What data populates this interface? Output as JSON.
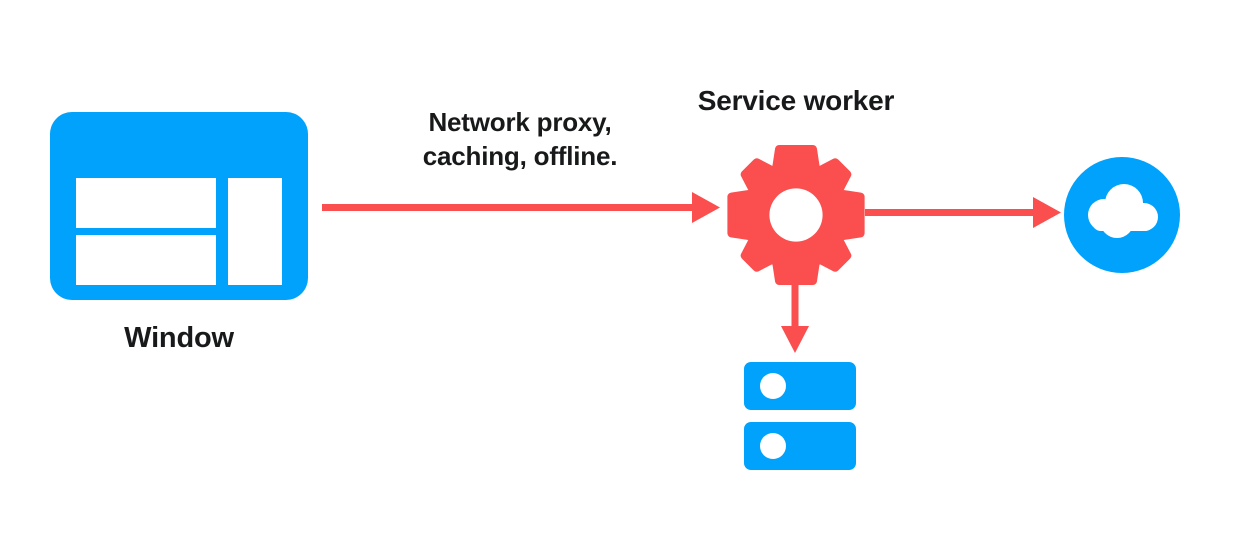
{
  "diagram": {
    "title_text": "Service worker",
    "colors": {
      "blue": "#00a2fc",
      "red": "#fb4e4e",
      "text": "#18191a",
      "background": "#ffffff"
    },
    "nodes": {
      "window": {
        "label": "Window",
        "icon": "window-icon",
        "color": "#00a2fc"
      },
      "service_worker": {
        "label": "Service worker",
        "icon": "gear-icon",
        "color": "#fb4e4e"
      },
      "cloud": {
        "label": "",
        "icon": "cloud-icon",
        "color": "#00a2fc"
      },
      "storage": {
        "label": "",
        "icon": "database-storage-icon",
        "color": "#00a2fc"
      }
    },
    "edges": [
      {
        "id": "window-to-service-worker",
        "caption": "Network proxy, caching, offline.",
        "direction": "right",
        "color": "#fb4e4e"
      },
      {
        "id": "service-worker-to-cloud",
        "caption": "",
        "direction": "right",
        "color": "#fb4e4e"
      },
      {
        "id": "service-worker-to-storage",
        "caption": "",
        "direction": "down",
        "color": "#fb4e4e"
      }
    ]
  }
}
